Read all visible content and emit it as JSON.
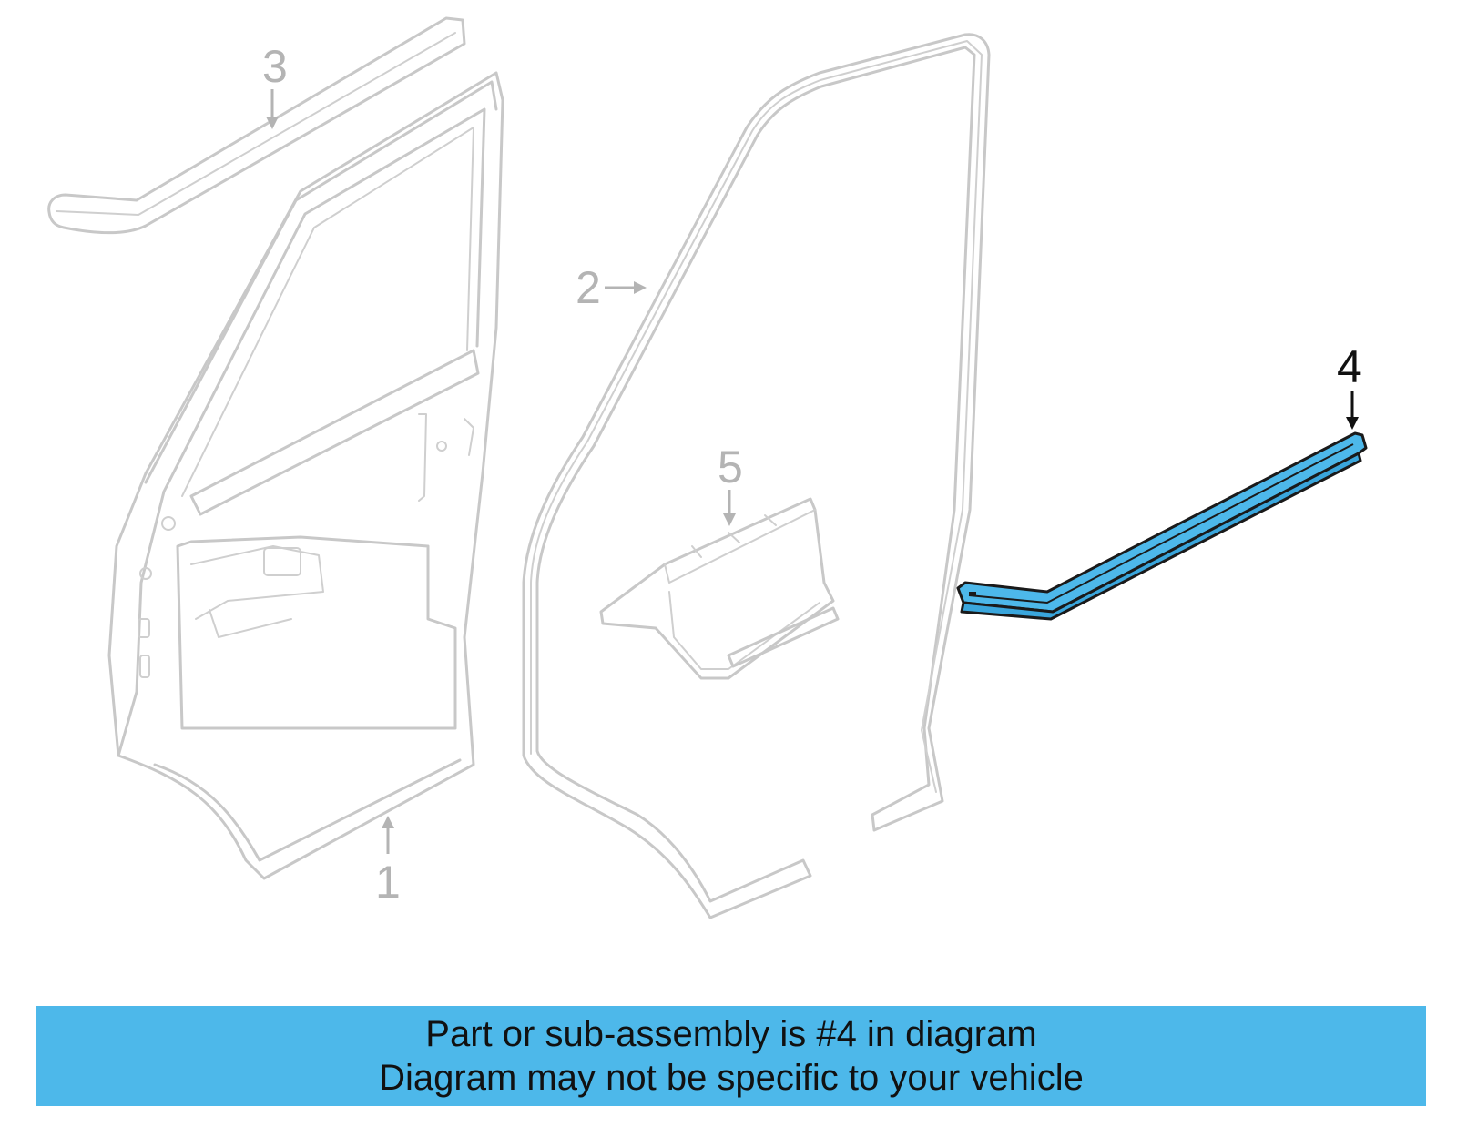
{
  "diagram": {
    "callouts": [
      {
        "id": "1",
        "label": "1",
        "highlighted": false
      },
      {
        "id": "2",
        "label": "2",
        "highlighted": false
      },
      {
        "id": "3",
        "label": "3",
        "highlighted": false
      },
      {
        "id": "4",
        "label": "4",
        "highlighted": true
      },
      {
        "id": "5",
        "label": "5",
        "highlighted": false
      }
    ]
  },
  "banner": {
    "line1": "Part or sub-assembly is #4 in diagram",
    "line2": "Diagram may not be specific to your vehicle"
  },
  "colors": {
    "highlight_part": "#4db8ea",
    "banner_background": "#4db8ea",
    "ghost_stroke": "#c8c8c8",
    "callout_gray": "#b4b4b4",
    "callout_dark": "#111111"
  }
}
